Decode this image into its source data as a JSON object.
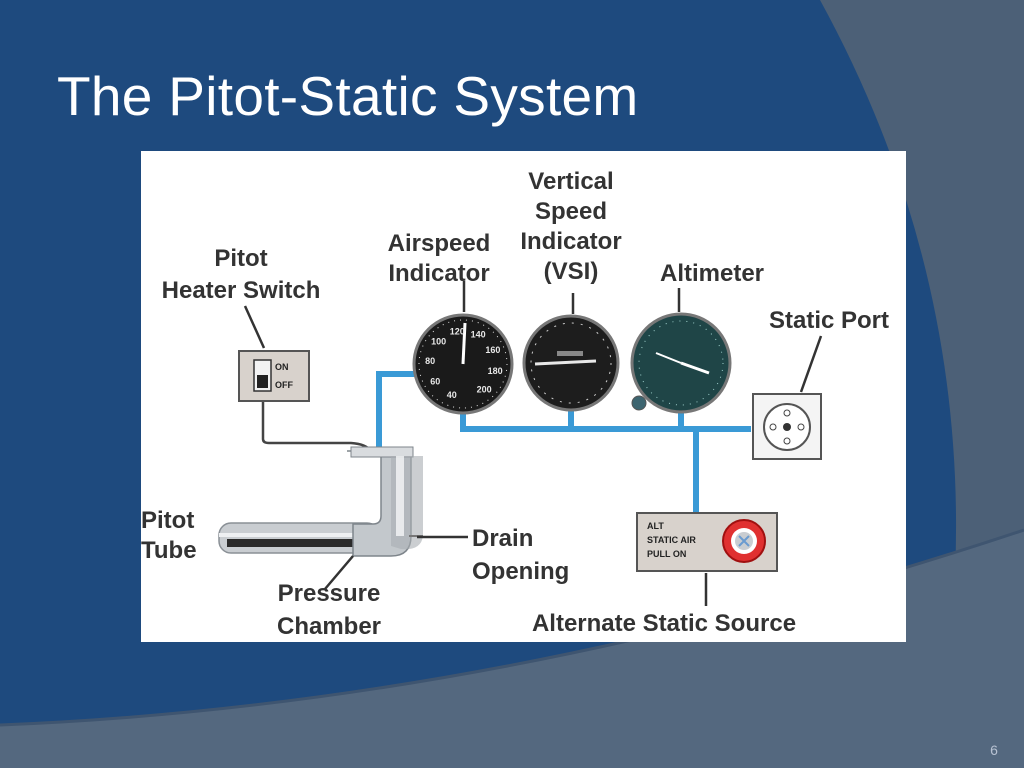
{
  "slide": {
    "title": "The Pitot-Static System",
    "slide_number": "6"
  },
  "diagram": {
    "labels": {
      "vsi_line1": "Vertical",
      "vsi_line2": "Speed",
      "vsi_line3": "Indicator",
      "vsi_line4": "(VSI)",
      "airspeed_line1": "Airspeed",
      "airspeed_line2": "Indicator",
      "altimeter": "Altimeter",
      "heater_line1": "Pitot",
      "heater_line2": "Heater Switch",
      "static_port": "Static Port",
      "pitot_line1": "Pitot",
      "pitot_line2": "Tube",
      "drain_line1": "Drain",
      "drain_line2": "Opening",
      "pressure_line1": "Pressure",
      "pressure_line2": "Chamber",
      "alternate": "Alternate Static Source"
    },
    "switch": {
      "on": "ON",
      "off": "OFF"
    },
    "alt_static_panel": {
      "line1": "ALT",
      "line2": "STATIC AIR",
      "line3": "PULL ON"
    },
    "airspeed_numbers": [
      "40",
      "60",
      "80",
      "100",
      "120",
      "140",
      "160",
      "180",
      "200"
    ],
    "colors": {
      "slide_background": "#1e4a7e",
      "line_tube": "#3a9ad6",
      "instrument_face": "#1a1a1a",
      "altimeter_face": "#1f4547",
      "alternate_knob": "#e03030"
    }
  }
}
